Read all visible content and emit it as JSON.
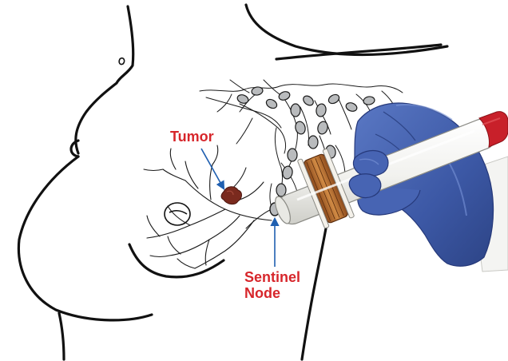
{
  "labels": {
    "tumor": "Tumor",
    "sentinel_line1": "Sentinel",
    "sentinel_line2": "Node"
  },
  "colors": {
    "label_red": "#d7262b",
    "arrow_blue": "#1f5fb0",
    "outline": "#111111",
    "glove_blue": "#3f5fae",
    "probe_tip_red": "#c8202a",
    "coil_copper": "#b8692a",
    "lymph_node_gray": "#b9bbbd",
    "tumor_brown": "#7a2a1e"
  },
  "icons": {
    "probe": "gamma-probe-icon",
    "hand": "gloved-hand-icon",
    "tumor": "tumor-icon",
    "node": "sentinel-node-icon"
  }
}
